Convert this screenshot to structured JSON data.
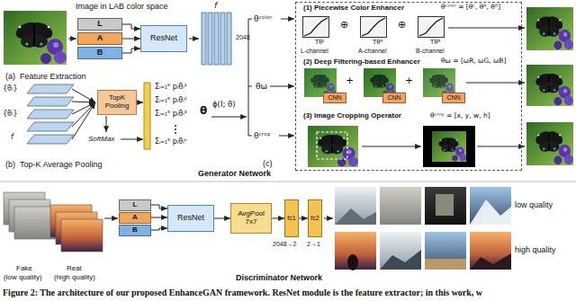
{
  "diagram": {
    "caption": "Figure 2: The architecture of our proposed EnhanceGAN framework. ResNet module is the feature extractor; in this work, w",
    "nodes": [
      {
        "text": [
          "L"
        ]
      },
      {
        "text": [
          "A"
        ]
      },
      {
        "text": [
          "B"
        ]
      },
      {
        "text": [
          "ResNet"
        ]
      },
      {
        "text": [
          "TopK Pooling"
        ]
      },
      {
        "text": [
          "(1) Piecewise Color Enhancer",
          "(2) Deep Filtering-based Enhancer",
          "(3) Image Cropping Operator"
        ]
      },
      {
        "text": [
          "CNN"
        ],
        "in": 5
      },
      {
        "text": [
          "CNN"
        ],
        "in": 5
      },
      {
        "text": [
          "CNN"
        ],
        "in": 5
      },
      {
        "text": [
          "L"
        ]
      },
      {
        "text": [
          "A"
        ]
      },
      {
        "text": [
          "B"
        ]
      },
      {
        "text": [
          "ResNet"
        ]
      },
      {
        "text": [
          "AvgPool 7x7"
        ]
      },
      {
        "text": [
          "fc1"
        ]
      },
      {
        "text": [
          "fc2"
        ]
      }
    ],
    "edges": [
      {
        "from": 0,
        "to": 3,
        "arrow": "to"
      },
      {
        "from": 1,
        "to": 3,
        "arrow": "to"
      },
      {
        "from": 2,
        "to": 3,
        "arrow": "to"
      },
      {
        "from": 9,
        "to": 12,
        "arrow": "to"
      },
      {
        "from": 10,
        "to": 12,
        "arrow": "to"
      },
      {
        "from": 11,
        "to": 12,
        "arrow": "to"
      },
      {
        "from": 12,
        "to": 13,
        "arrow": "to"
      },
      {
        "from": 13,
        "to": 14,
        "arrow": "to"
      },
      {
        "from": 14,
        "to": 15,
        "arrow": "to"
      }
    ],
    "labels": [
      "Image in LAB color space",
      "f",
      "2048",
      "(a)",
      "Feature Extraction",
      "{θᵢ}",
      "{θᵢ}",
      "f",
      "SoftMax",
      "Σᵢ₌₁ᴷ pᵢθᵢ¹",
      "Σᵢ₌₁ᴷ pᵢθᵢ²",
      "Σᵢ₌₁ᴷ pᵢθᵢ³",
      "Σᵢ₌₁ᴷ pᵢθᵢⁿ",
      "θ",
      "(b)",
      "Top-K Average Pooling",
      "ϕ(I; θ)",
      "θᶜᵒˡᵒʳ",
      "θω",
      "θᶜʳᵒᵖ",
      "(c)",
      "θᶜᵒˡᵒʳ = [θᴸ, θᴬ, θᴮ]",
      "Tθᴸ",
      "⊕",
      "Tθᴬ",
      "⊕",
      "Tθᴮ",
      "L-channel",
      "A-channel",
      "B-channel",
      "θω = [ωR, ωG, ωB]",
      "+",
      "+",
      "θᶜʳᵒᵖ = [x, y, w, h]",
      "Generator Network",
      "Fake",
      "(low quality)",
      "Real",
      "(high quality)",
      "2048→2",
      "2→1",
      "low quality",
      "high quality",
      "Discriminator Network"
    ]
  }
}
